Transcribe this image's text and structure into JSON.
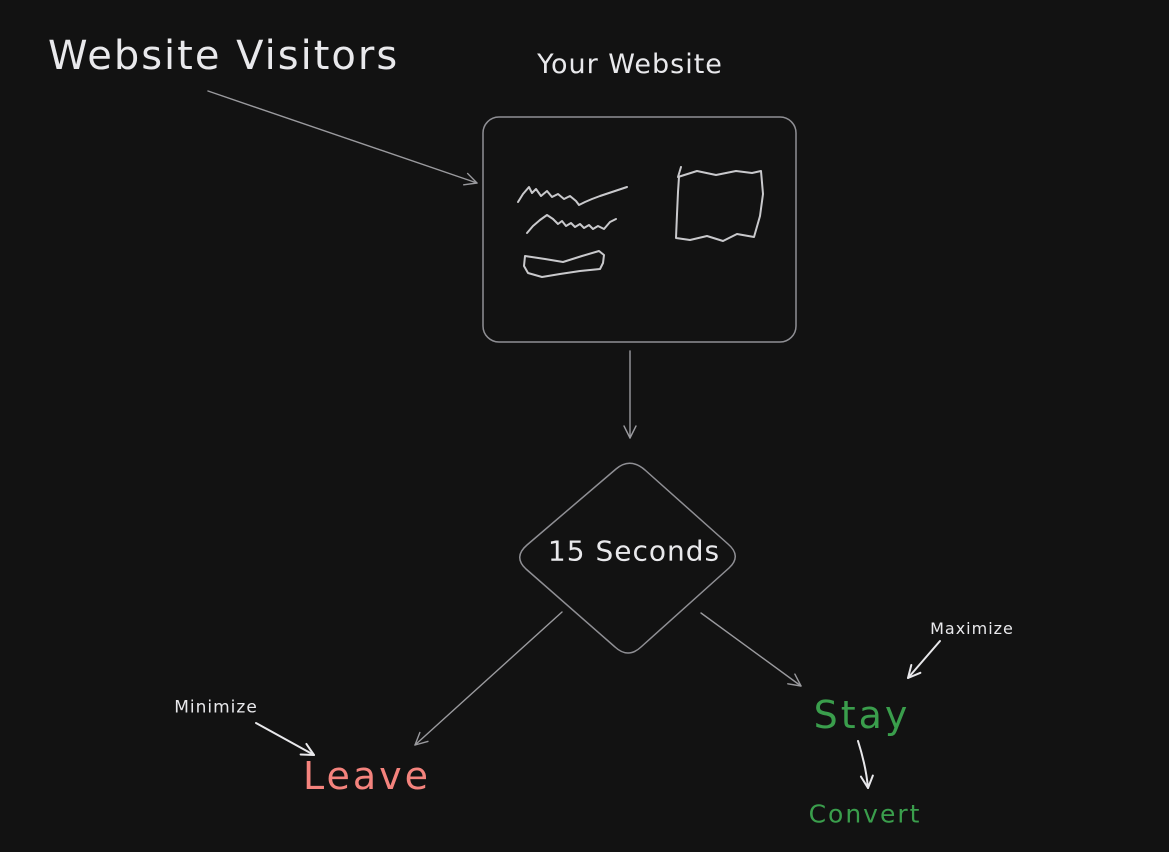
{
  "canvas": {
    "background": "#121212"
  },
  "colors": {
    "text": "#e9e9ec",
    "shape_stroke": "#8f8f94",
    "doodle_stroke": "#c9c9cc",
    "arrow": "#9a9a9e",
    "bright_arrow": "#e8e8eb",
    "leave": "#f4837d",
    "stay": "#3a9e4c",
    "convert": "#3a9e4c"
  },
  "labels": {
    "title": "Website Visitors",
    "website": "Your Website",
    "decision": "15 Seconds",
    "minimize": "Minimize",
    "maximize": "Maximize",
    "leave": "Leave",
    "stay": "Stay",
    "convert": "Convert"
  },
  "edges": [
    {
      "from": "Website Visitors",
      "to": "Your Website"
    },
    {
      "from": "Your Website",
      "to": "15 Seconds"
    },
    {
      "from": "15 Seconds",
      "to": "Leave"
    },
    {
      "from": "15 Seconds",
      "to": "Stay"
    },
    {
      "from": "Minimize",
      "to": "Leave"
    },
    {
      "from": "Maximize",
      "to": "Stay"
    },
    {
      "from": "Stay",
      "to": "Convert"
    }
  ]
}
